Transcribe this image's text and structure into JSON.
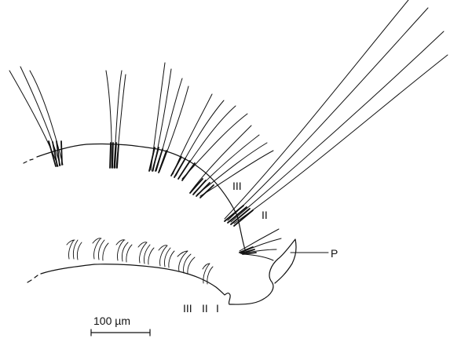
{
  "figure": {
    "labels": {
      "upper_III": "III",
      "upper_II": "II",
      "palp": "P",
      "lower_III": "III",
      "lower_II": "II",
      "lower_I": "I"
    },
    "scale_bar": {
      "text": "100 µm"
    }
  }
}
